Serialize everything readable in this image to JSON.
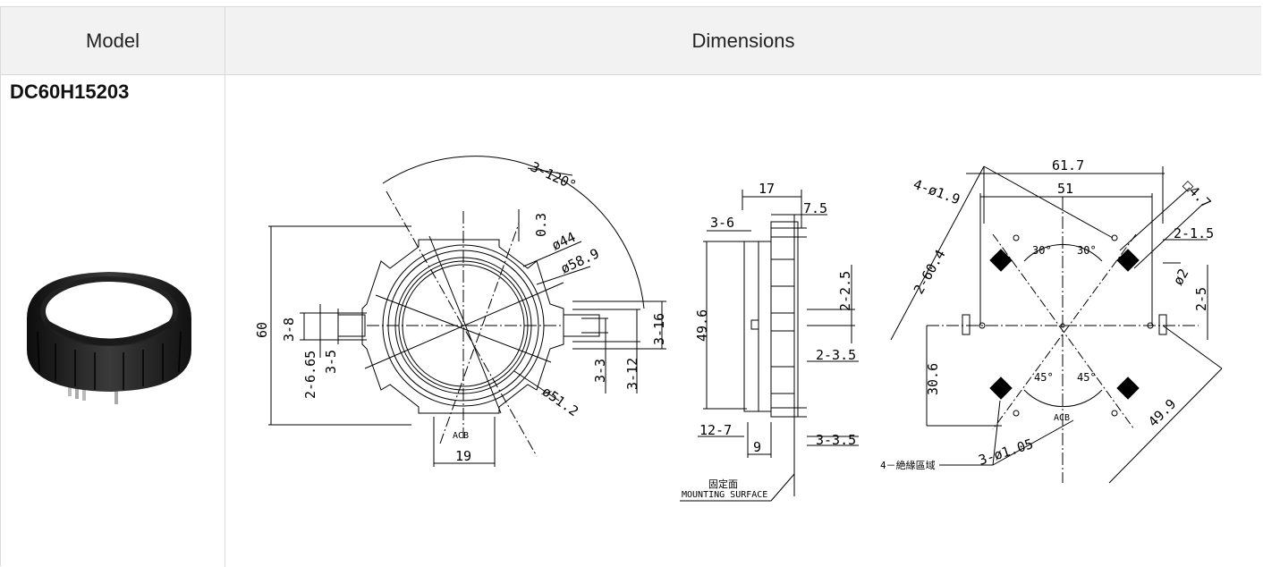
{
  "table": {
    "headers": {
      "model": "Model",
      "dimensions": "Dimensions"
    },
    "row": {
      "model": "DC60H15203"
    }
  },
  "drawing": {
    "front": {
      "d60": "60",
      "d3_8": "3-8",
      "d3_5": "3-5",
      "d2_665": "2-6.65",
      "d3_120": "3-120°",
      "d03": "0.3",
      "d44": "ø44",
      "d589": "ø58.9",
      "d512": "ø51.2",
      "d3_3": "3-3",
      "d3_12": "3-12",
      "d3_16": "3-16",
      "d19": "19",
      "acb": "ACB"
    },
    "side": {
      "d17": "17",
      "d75": "7.5",
      "d3_6": "3-6",
      "d496": "49.6",
      "d2_25": "2-2.5",
      "d2_35": "2-3.5",
      "d12_7": "12-7",
      "d9": "9",
      "d3_35": "3-3.5",
      "cn": "固定面",
      "mount": "MOUNTING SURFACE"
    },
    "pcb": {
      "d617": "61.7",
      "d51": "51",
      "d4_19": "4-ø1.9",
      "d2_604": "2-60.4",
      "d47": "□4.7",
      "d2_15": "2-1.5",
      "d2": "ø2",
      "d2_5": "2-5",
      "d30a": "30°",
      "d30b": "30°",
      "d45a": "45°",
      "d45b": "45°",
      "d306": "30.6",
      "d499": "49.9",
      "d3_105": "3-ø1.05",
      "insul": "4－絶緣區域",
      "acb": "ACB"
    }
  }
}
